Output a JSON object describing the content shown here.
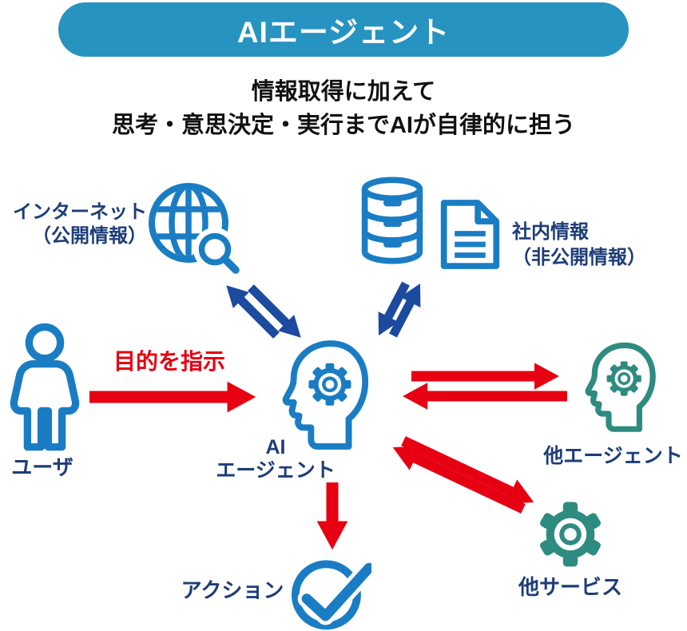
{
  "title": "AIエージェント",
  "subtitle": {
    "line1": "情報取得に加えて",
    "line2": "思考・意思決定・実行までAIが自律的に担う"
  },
  "nodes": {
    "internet": {
      "label_line1": "インターネット",
      "label_line2": "（公開情報）",
      "icon": "globe-search-icon"
    },
    "internal_info": {
      "label_line1": "社内情報",
      "label_line2": "（非公開情報）",
      "icons": [
        "database-icon",
        "document-icon"
      ]
    },
    "user": {
      "label": "ユーザ",
      "icon": "person-icon"
    },
    "ai_agent": {
      "label_line1": "AI",
      "label_line2": "エージェント",
      "icon": "head-gear-icon"
    },
    "other_agents": {
      "label": "他エージェント",
      "icon": "head-gear-icon"
    },
    "other_services": {
      "label": "他サービス",
      "icon": "gear-icon"
    },
    "action": {
      "label": "アクション",
      "icon": "check-circle-icon"
    }
  },
  "edges": {
    "user_to_ai": {
      "label": "目的を指示",
      "type": "one-way",
      "color": "#e60012"
    },
    "ai_internet": {
      "type": "two-way",
      "color": "#1b4a9e"
    },
    "ai_internal_info": {
      "type": "two-way",
      "color": "#1b4a9e"
    },
    "ai_other_agents": {
      "type": "two-way",
      "color": "#e60012"
    },
    "ai_other_services": {
      "type": "two-way",
      "color": "#e60012"
    },
    "ai_to_action": {
      "type": "one-way",
      "color": "#e60012"
    }
  },
  "colors": {
    "banner": "#2793c0",
    "icon_blue": "#1a7dc4",
    "icon_teal": "#2e8b80",
    "arrow_navy": "#1b4a9e",
    "red": "#e60012",
    "label_navy": "#1d3d78",
    "title_text": "#ffffff",
    "subtitle_text": "#111111"
  }
}
